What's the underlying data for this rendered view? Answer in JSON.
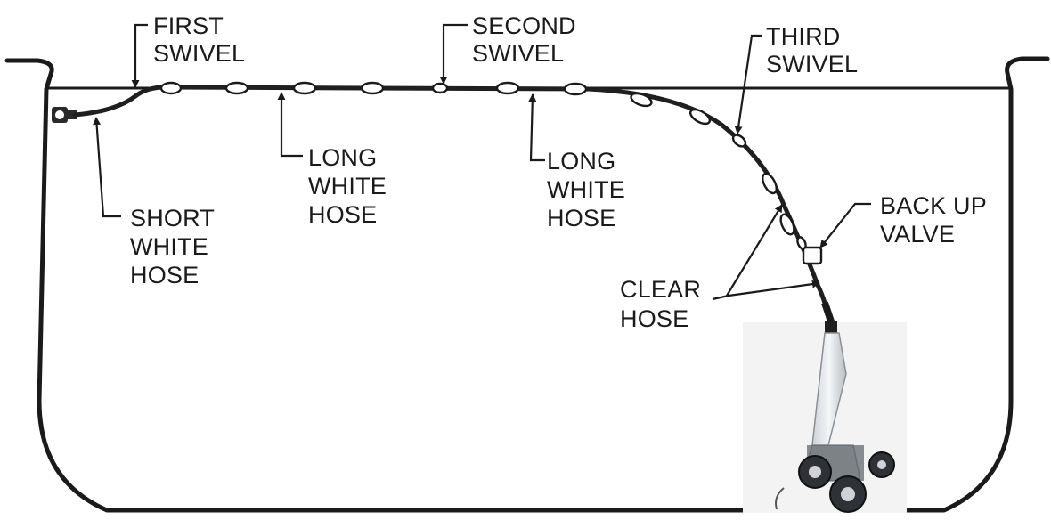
{
  "labels": {
    "first_swivel": [
      "FIRST",
      "SWIVEL"
    ],
    "second_swivel": [
      "SECOND",
      "SWIVEL"
    ],
    "third_swivel": [
      "THIRD",
      "SWIVEL"
    ],
    "long_white_hose_1": [
      "LONG",
      "WHITE",
      "HOSE"
    ],
    "long_white_hose_2": [
      "LONG",
      "WHITE",
      "HOSE"
    ],
    "short_white_hose": [
      "SHORT",
      "WHITE",
      "HOSE"
    ],
    "back_up_valve": [
      "BACK UP",
      "VALVE"
    ],
    "clear_hose": [
      "CLEAR",
      "HOSE"
    ]
  }
}
